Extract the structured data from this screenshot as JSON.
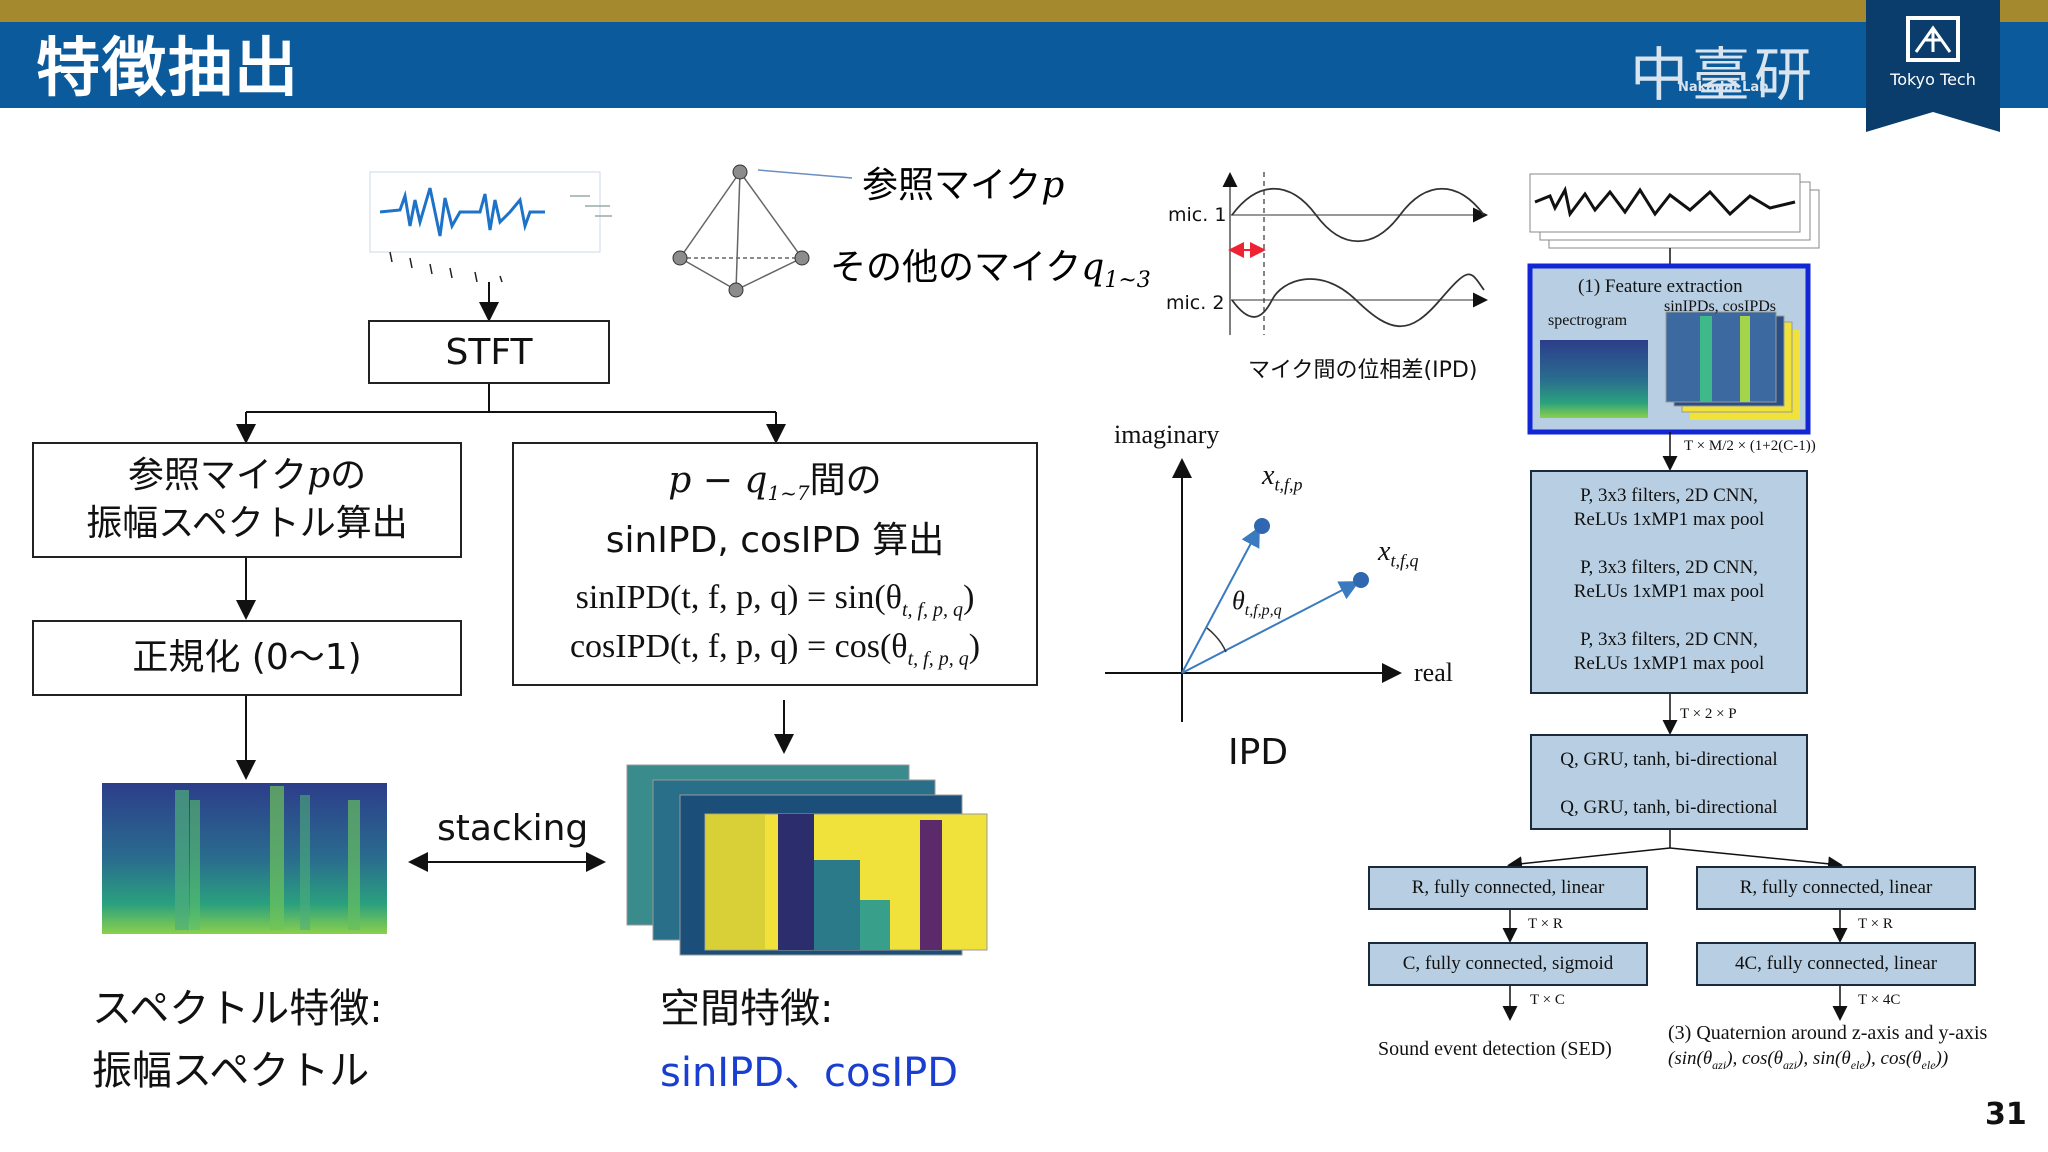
{
  "header": {
    "title": "特徴抽出",
    "lab_name": "中臺研",
    "lab_sub": "Nakadai Lab.",
    "university": "Tokyo Tech"
  },
  "left": {
    "mic_ref_label": "参照マイク",
    "mic_ref_sym": "p",
    "mic_other_label": "その他のマイク",
    "mic_other_sym": "q",
    "mic_other_sub": "1~3",
    "stft": "STFT",
    "amp_box_line1_pre": "参照マイク",
    "amp_box_line1_sym": "p",
    "amp_box_line1_post": "の",
    "amp_box_line2": "振幅スペクトル算出",
    "ipd_box_expr_p": "p",
    "ipd_box_expr_minus": " − ",
    "ipd_box_expr_q": "q",
    "ipd_box_expr_sub": "1~7",
    "ipd_box_expr_post": "間の",
    "ipd_box_line2": "sinIPD, cosIPD 算出",
    "sin_formula_lhs": "sinIPD(t, f, p, q) = sin(θ",
    "sin_formula_sub": "t, f, p, q",
    "sin_formula_rhs": ")",
    "cos_formula_lhs": "cosIPD(t, f, p, q) = cos(θ",
    "cos_formula_sub": "t, f, p, q",
    "cos_formula_rhs": ")",
    "normalize": "正規化 (0〜1)",
    "stacking": "stacking",
    "spec_feat_title": "スペクトル特徴:",
    "spec_feat_value": "振幅スペクトル",
    "spatial_feat_title": "空間特徴:",
    "spatial_feat_value": "sinIPD、cosIPD"
  },
  "middle": {
    "mic1": "mic. 1",
    "mic2": "mic. 2",
    "phase_caption": "マイク間の位相差(IPD)",
    "imaginary": "imaginary",
    "real": "real",
    "xp": "x",
    "xp_sub": "t,f,p",
    "xq": "x",
    "xq_sub": "t,f,q",
    "theta": "θ",
    "theta_sub": "t,f,p,q",
    "ipd_label": "IPD"
  },
  "network": {
    "feature_title": "(1) Feature extraction",
    "feature_spectrogram": "spectrogram",
    "feature_ipds": "sinIPDs, cosIPDs",
    "dim1": "T × M/2 × (1+2(C-1))",
    "cnn": [
      "P, 3x3 filters, 2D CNN,",
      "ReLUs 1xMP1 max pool"
    ],
    "dim2": "T × 2 × P",
    "gru": "Q, GRU, tanh, bi-directional",
    "left_fc1": "R, fully connected, linear",
    "left_dim1": "T × R",
    "left_fc2": "C, fully connected, sigmoid",
    "left_dim2": "T × C",
    "left_out": "Sound event detection (SED)",
    "right_fc1": "R, fully connected, linear",
    "right_dim1": "T × R",
    "right_fc2": "4C, fully connected, linear",
    "right_dim2": "T × 4C",
    "right_out1": "(3) Quaternion around z-axis and y-axis",
    "right_out2": "(sin(θ",
    "right_out_azi": "azi",
    "right_out_ele": "ele"
  },
  "page_number": "31",
  "colors": {
    "header_bg": "#0b5a9b",
    "top_stripe": "#a4892f",
    "network_box": "#b8cfe3",
    "highlight_border": "#1226d6",
    "spatial_text": "#1a3fd0"
  }
}
